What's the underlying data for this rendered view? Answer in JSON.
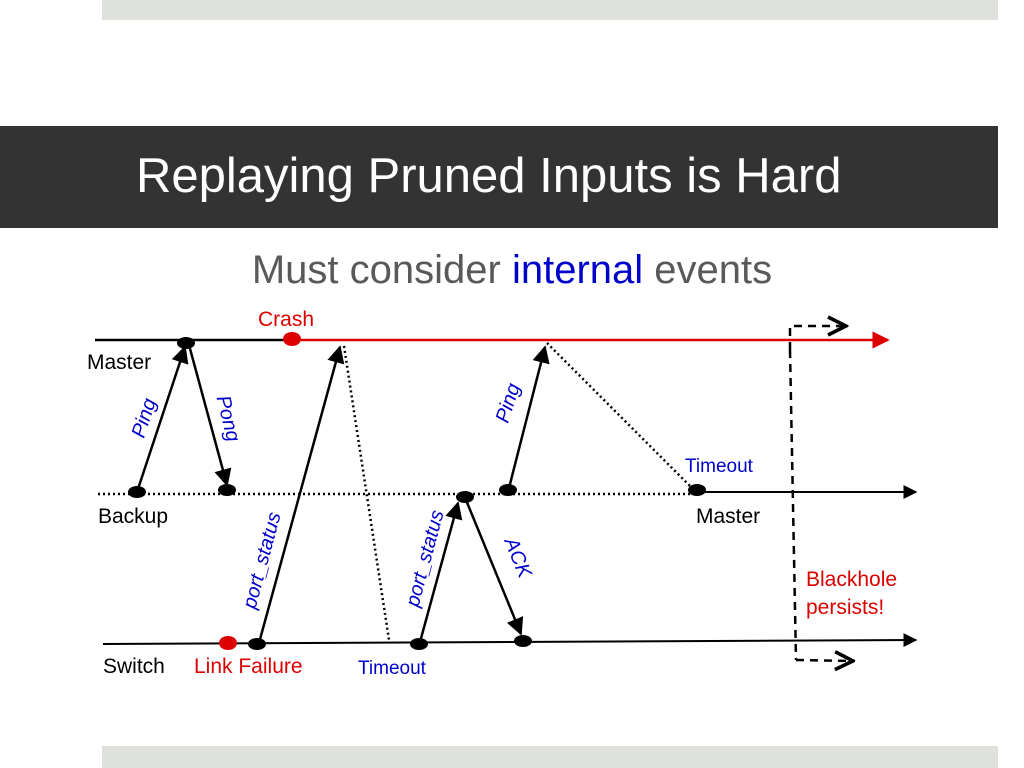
{
  "slide": {
    "title": "Replaying Pruned Inputs is Hard",
    "subtitle_before": "Must consider ",
    "subtitle_highlight": "internal",
    "subtitle_after": " events"
  },
  "diagram": {
    "labels": {
      "master": "Master",
      "backup": "Backup",
      "switch": "Switch",
      "crash": "Crash",
      "link_failure": "Link Failure",
      "timeout_bottom": "Timeout",
      "timeout_right": "Timeout",
      "new_master": "Master",
      "blackhole_line1": "Blackhole",
      "blackhole_line2": "persists!",
      "ping_1": "Ping",
      "pong": "Pong",
      "port_status_1": "port_status",
      "port_status_2": "port_status",
      "ack": "ACK",
      "ping_2": "Ping"
    },
    "colors": {
      "failure_red": "#dd0000",
      "message_blue": "#0000cc",
      "line_black": "#000000"
    }
  }
}
